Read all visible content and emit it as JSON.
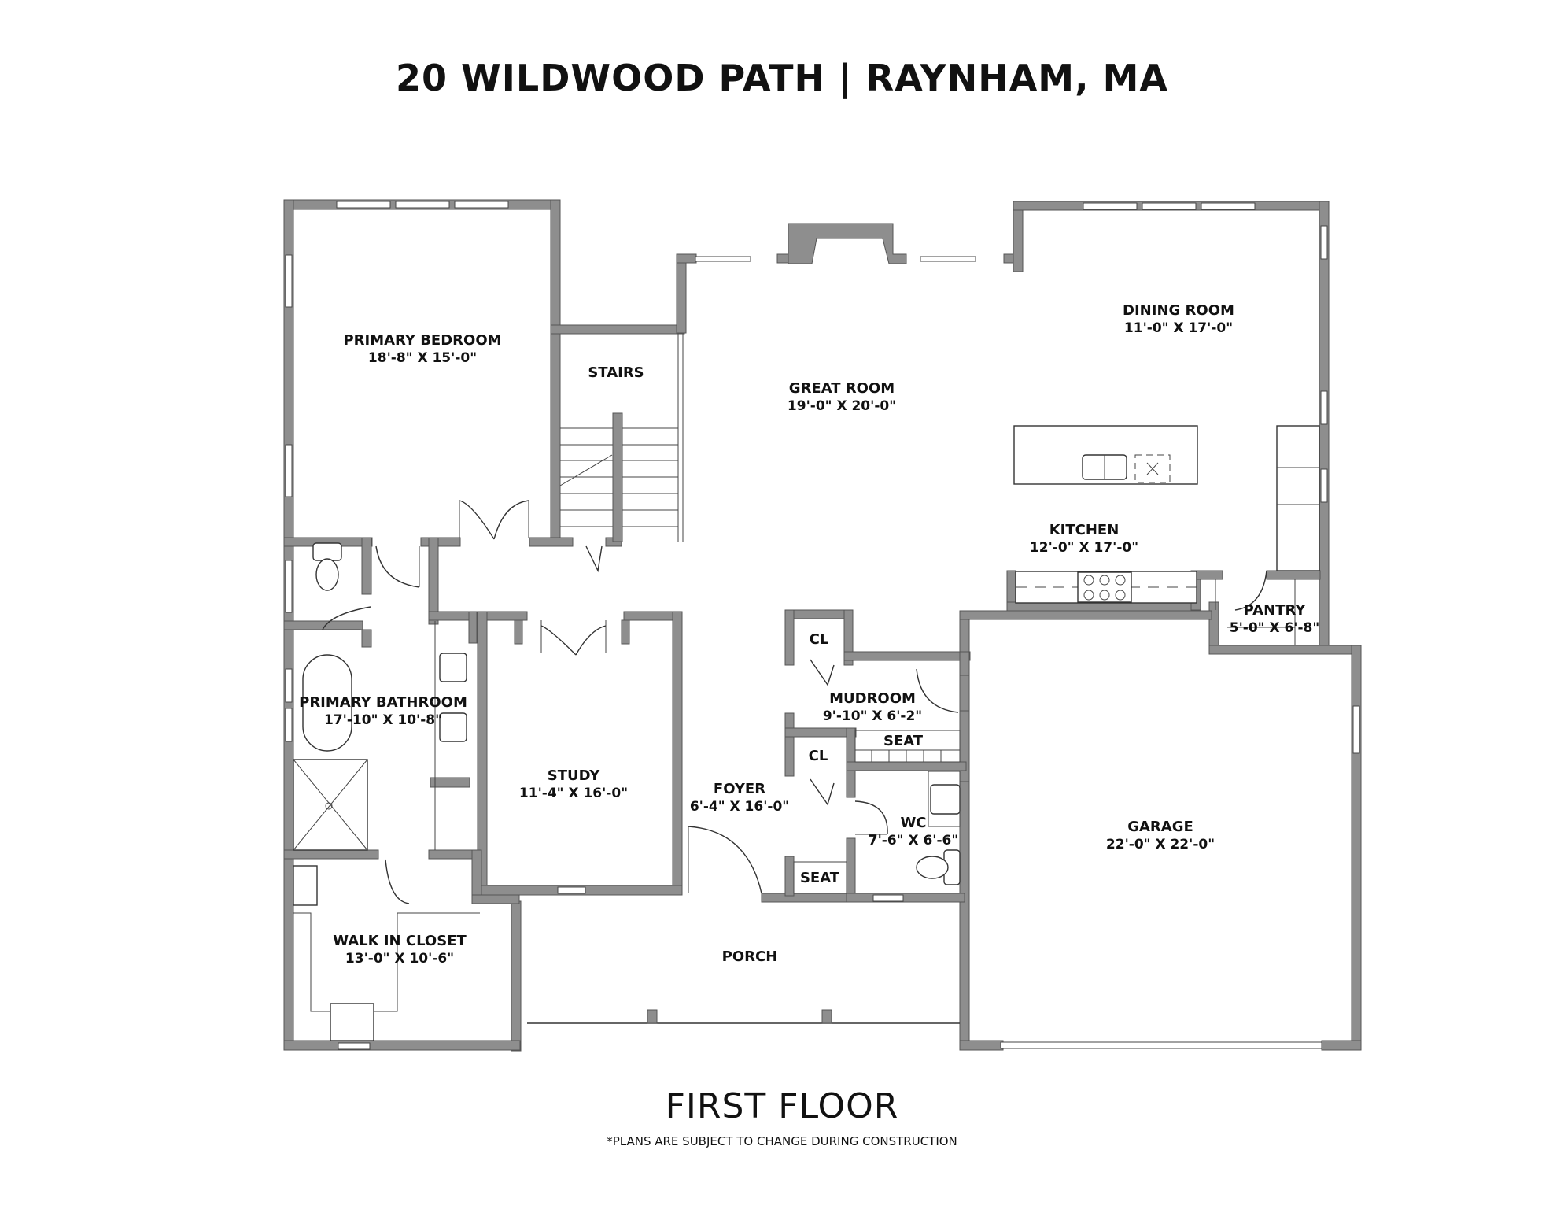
{
  "header": {
    "title": "20 WILDWOOD PATH | RAYNHAM, MA"
  },
  "footer": {
    "floor_label": "FIRST FLOOR",
    "disclaimer": "*PLANS ARE SUBJECT TO CHANGE DURING CONSTRUCTION"
  },
  "colors": {
    "wall": "#8e8e8e",
    "text": "#111111",
    "background": "#ffffff"
  },
  "rooms": {
    "primary_bedroom": {
      "name": "PRIMARY BEDROOM",
      "dims": "18'-8\" X 15'-0\""
    },
    "stairs": {
      "name": "STAIRS"
    },
    "great_room": {
      "name": "GREAT ROOM",
      "dims": "19'-0\" X 20'-0\""
    },
    "dining_room": {
      "name": "DINING ROOM",
      "dims": "11'-0\" X 17'-0\""
    },
    "kitchen": {
      "name": "KITCHEN",
      "dims": "12'-0\" X 17'-0\""
    },
    "pantry": {
      "name": "PANTRY",
      "dims": "5'-0\" X 6'-8\""
    },
    "primary_bathroom": {
      "name": "PRIMARY BATHROOM",
      "dims": "17'-10\" X 10'-8\""
    },
    "study": {
      "name": "STUDY",
      "dims": "11'-4\" X 16'-0\""
    },
    "closet_upper": {
      "name": "CL"
    },
    "mudroom": {
      "name": "MUDROOM",
      "dims": "9'-10\" X 6'-2\""
    },
    "mudroom_seat": {
      "name": "SEAT"
    },
    "closet_lower": {
      "name": "CL"
    },
    "foyer": {
      "name": "FOYER",
      "dims": "6'-4\" X 16'-0\""
    },
    "wc": {
      "name": "WC",
      "dims": "7'-6\" X 6'-6\""
    },
    "foyer_seat": {
      "name": "SEAT"
    },
    "garage": {
      "name": "GARAGE",
      "dims": "22'-0\" X 22'-0\""
    },
    "walk_in_closet": {
      "name": "WALK IN CLOSET",
      "dims": "13'-0\" X 10'-6\""
    },
    "porch": {
      "name": "PORCH"
    }
  }
}
